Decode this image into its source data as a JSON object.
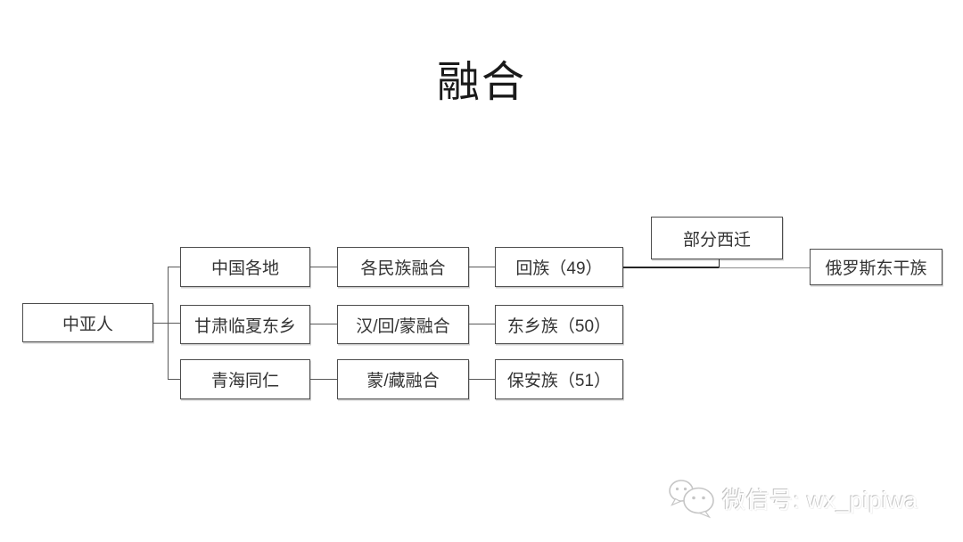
{
  "title": "融合",
  "diagram": {
    "root": "中亚人",
    "rows": [
      {
        "origin": "中国各地",
        "process": "各民族融合",
        "result": "回族（49）"
      },
      {
        "origin": "甘肃临夏东乡",
        "process": "汉/回/蒙融合",
        "result": "东乡族（50）"
      },
      {
        "origin": "青海同仁",
        "process": "蒙/藏融合",
        "result": "保安族（51）"
      }
    ],
    "migration_label": "部分西迁",
    "destination": "俄罗斯东干族"
  },
  "watermark": {
    "icon": "wechat-icon",
    "text": "微信号: wx_pipiwa"
  },
  "colors": {
    "background": "#ffffff",
    "title_text": "#1a1a1a",
    "box_border": "#4d4d4d",
    "box_text": "#333333",
    "connector": "#595959",
    "connector_dark": "#262626",
    "connector_light": "#8c8c8c",
    "watermark_gray": "#c6c6c6"
  }
}
